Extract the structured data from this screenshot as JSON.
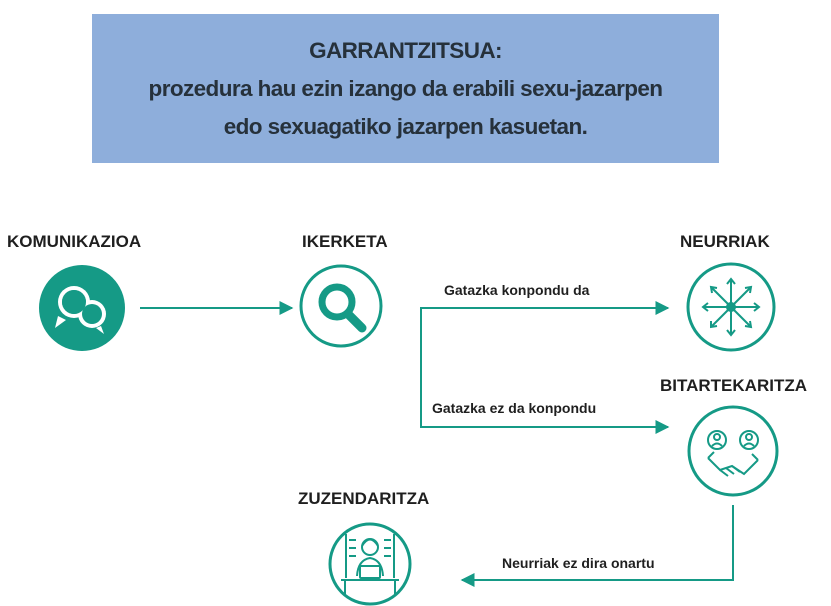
{
  "banner": {
    "line1": "GARRANTZITSUA:",
    "line2": "prozedura hau ezin izango da erabili sexu-jazarpen",
    "line3": "edo sexuagatiko jazarpen kasuetan."
  },
  "nodes": {
    "komunikazioa": {
      "label": "KOMUNIKAZIOA",
      "icon": "chat-bubbles-icon"
    },
    "ikerketa": {
      "label": "IKERKETA",
      "icon": "magnifier-icon"
    },
    "neurriak": {
      "label": "NEURRIAK",
      "icon": "arrows-expand-icon"
    },
    "bitartekaritza": {
      "label": "BITARTEKARITZA",
      "icon": "handshake-icon"
    },
    "zuzendaritza": {
      "label": "ZUZENDARITZA",
      "icon": "person-at-desk-icon"
    }
  },
  "edges": {
    "resolved": "Gatazka konpondu da",
    "not_resolved": "Gatazka ez da konpondu",
    "not_accepted": "Neurriak ez dira onartu"
  },
  "colors": {
    "accent": "#159a86",
    "banner": "#8eaedb",
    "text": "#1f1f1f"
  }
}
